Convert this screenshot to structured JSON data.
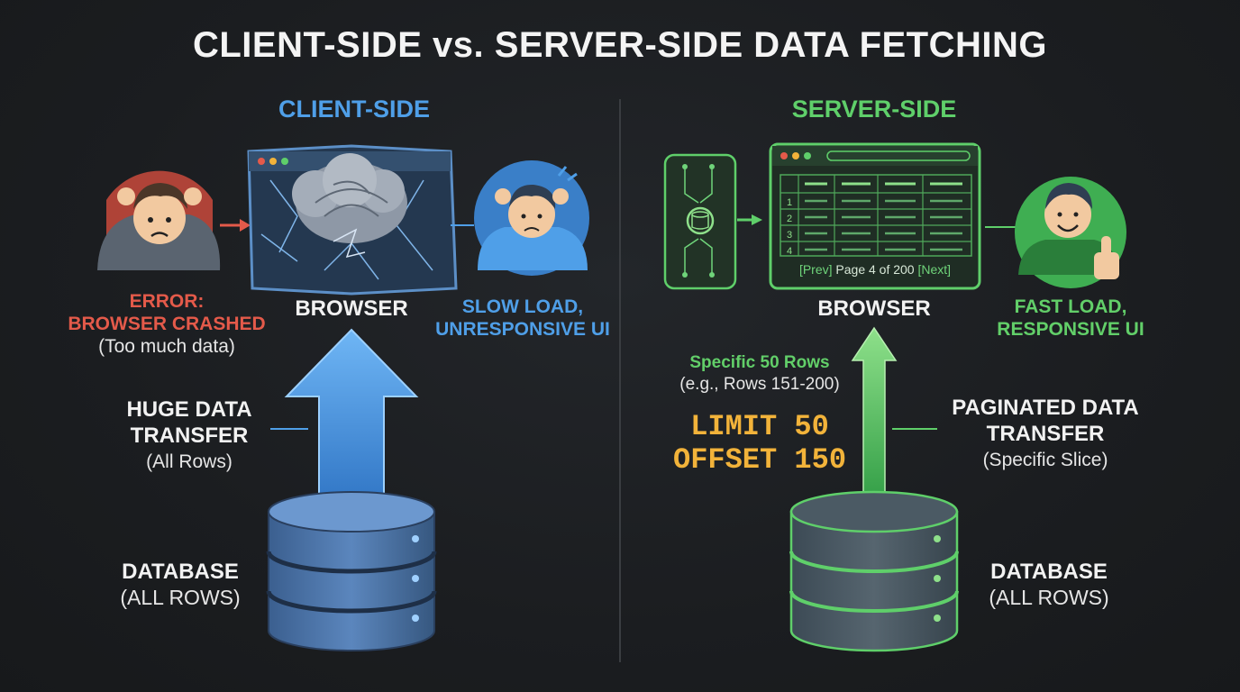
{
  "title": "CLIENT-SIDE vs. SERVER-SIDE DATA FETCHING",
  "client": {
    "heading": "CLIENT-SIDE",
    "error_title": "ERROR:",
    "error_line2": "BROWSER CRASHED",
    "error_note": "(Too much data)",
    "browser_label": "BROWSER",
    "status_line1": "SLOW LOAD,",
    "status_line2": "UNRESPONSIVE UI",
    "transfer_line1": "HUGE DATA",
    "transfer_line2": "TRANSFER",
    "transfer_note": "(All Rows)",
    "db_line1": "DATABASE",
    "db_line2": "(ALL ROWS)"
  },
  "server": {
    "heading": "SERVER-SIDE",
    "browser_label": "BROWSER",
    "status_line1": "FAST LOAD,",
    "status_line2": "RESPONSIVE UI",
    "rows_title": "Specific 50 Rows",
    "rows_note": "(e.g., Rows 151-200)",
    "sql_line1": "LIMIT 50",
    "sql_line2": "OFFSET 150",
    "transfer_line1": "PAGINATED DATA",
    "transfer_line2": "TRANSFER",
    "transfer_note": "(Specific Slice)",
    "db_line1": "DATABASE",
    "db_line2": "(ALL ROWS)",
    "table_row_numbers": [
      "1",
      "2",
      "3",
      "4"
    ],
    "pager_prev": "[Prev]",
    "pager_text": "Page 4 of 200",
    "pager_next": "[Next]"
  },
  "colors": {
    "client_accent": "#4f9fe8",
    "server_accent": "#5fcf6a",
    "error": "#e45a4a",
    "sql": "#f2b33a"
  }
}
